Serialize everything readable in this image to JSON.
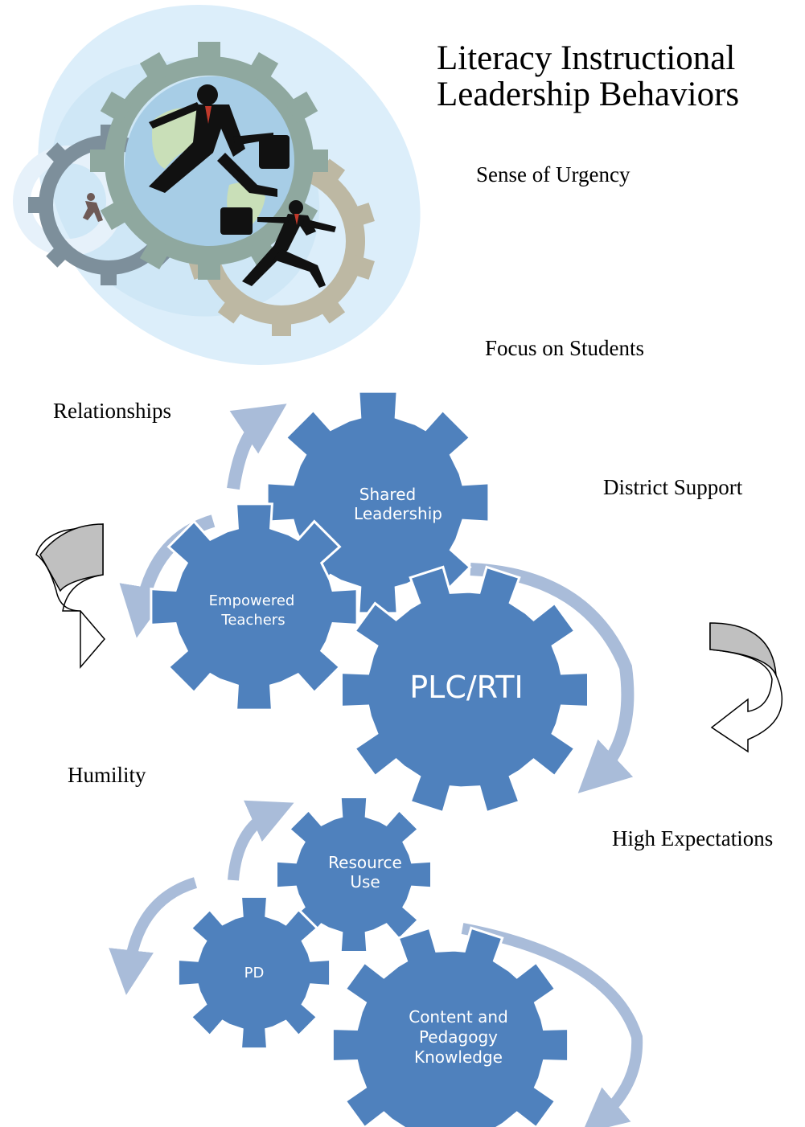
{
  "title": {
    "line1": "Literacy Instructional",
    "line2": "Leadership Behaviors"
  },
  "behaviors": {
    "sense_of_urgency": "Sense of Urgency",
    "focus_on_students": "Focus on Students",
    "relationships": "Relationships",
    "district_support": "District Support",
    "humility": "Humility",
    "high_expectations": "High Expectations"
  },
  "gears_top": {
    "shared_leadership": [
      "Shared",
      "Leadership"
    ],
    "empowered_teachers": [
      "Empowered",
      "Teachers"
    ],
    "plc_rti": "PLC/RTI"
  },
  "gears_bottom": {
    "resource_use": [
      "Resource",
      "Use"
    ],
    "pd": "PD",
    "content_pedagogy": [
      "Content and",
      "Pedagogy",
      "Knowledge"
    ]
  },
  "colors": {
    "gear_blue": "#4f81bd",
    "arrow_light_blue": "#a9bcd9",
    "clipart_oval": "#dceefa",
    "gear_gray_green": "#8fa89f",
    "gear_khaki": "#bdb8a3"
  },
  "illustration": {
    "icon": "businessmen-on-gears-clipart"
  }
}
